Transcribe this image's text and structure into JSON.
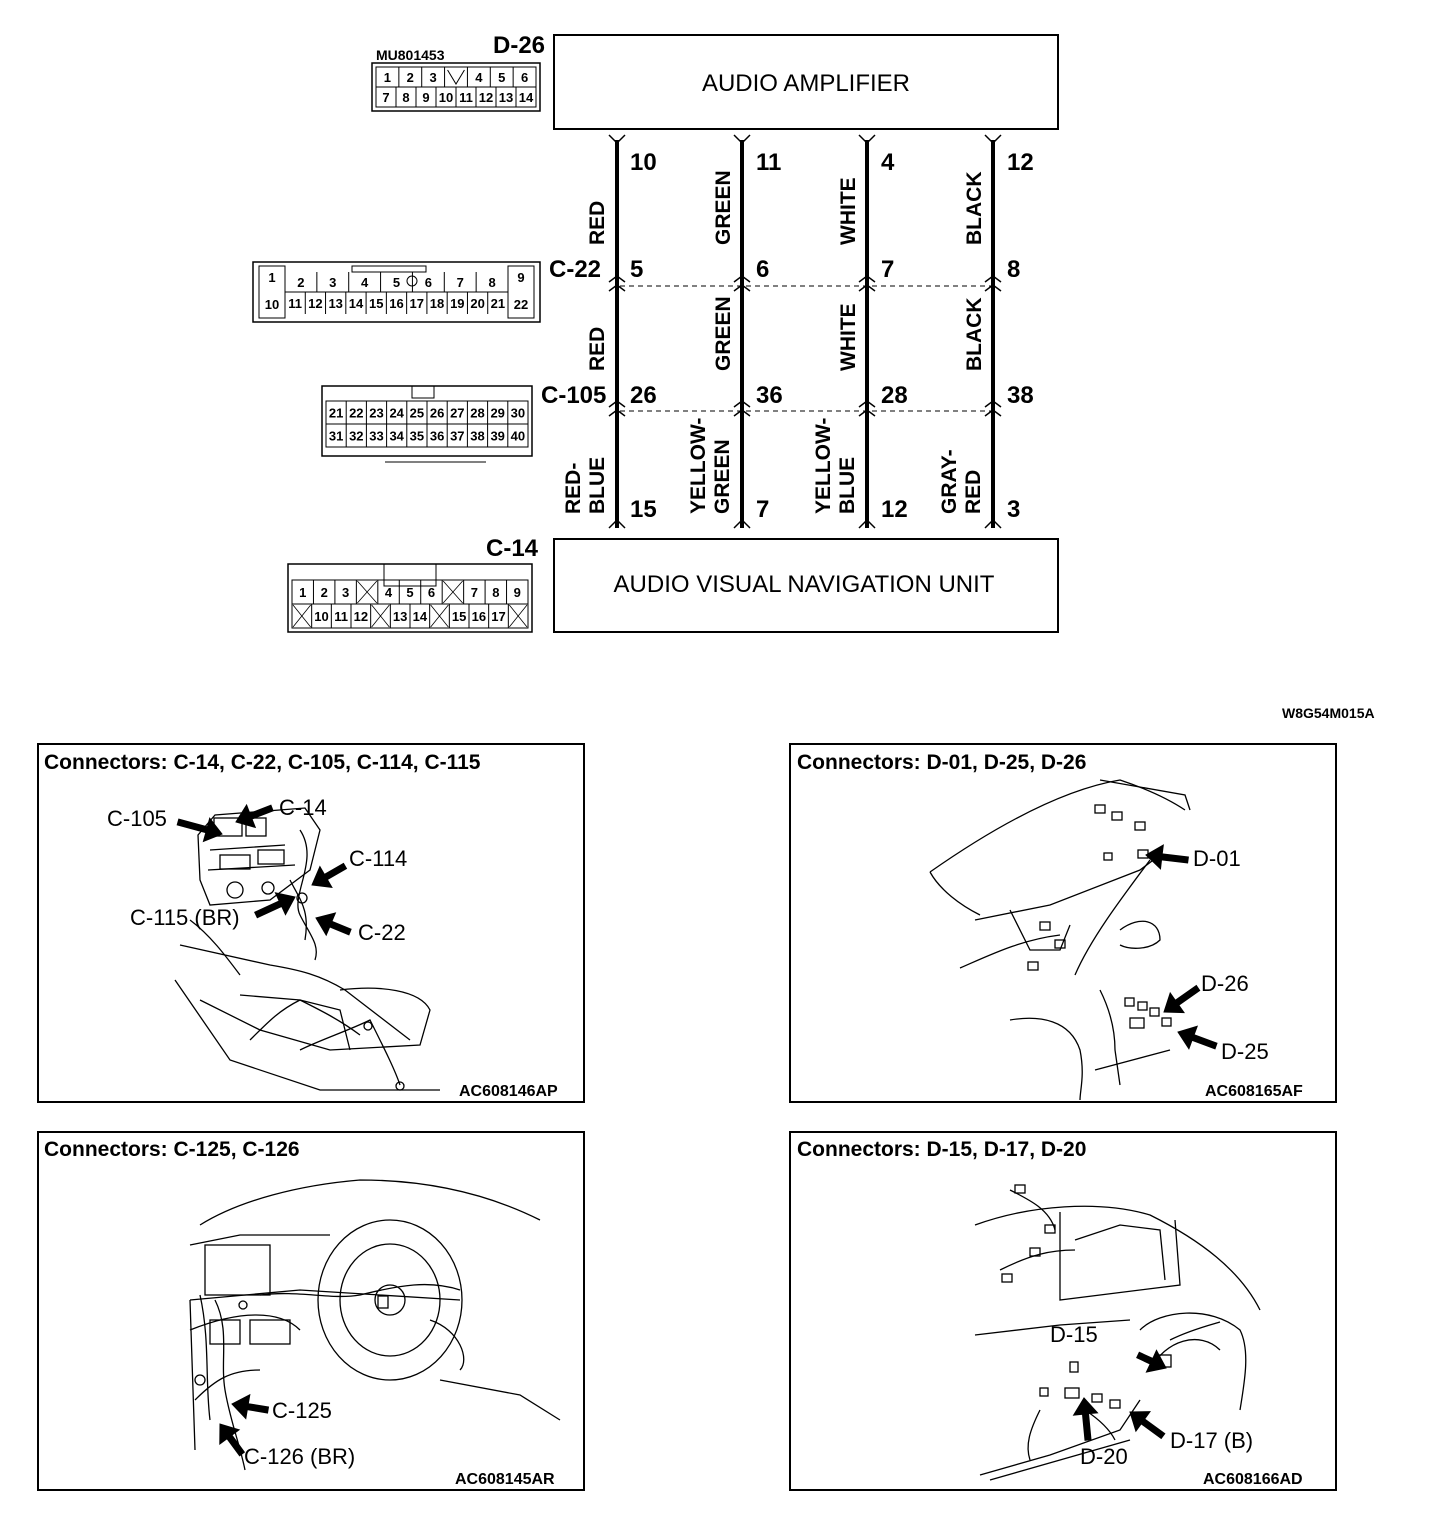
{
  "top_diagram": {
    "amplifier": {
      "label": "AUDIO AMPLIFIER",
      "connector": "D-26",
      "part_number": "MU801453"
    },
    "nav_unit": {
      "label": "AUDIO VISUAL NAVIGATION UNIT",
      "connector": "C-14"
    },
    "junctions": [
      {
        "name": "C-22"
      },
      {
        "name": "C-105"
      }
    ],
    "wires": [
      {
        "top_pin": "10",
        "upper_color": "RED",
        "c22_pin": "5",
        "middle_color": "RED",
        "c105_pin": "26",
        "lower_color": [
          "RED-",
          "BLUE"
        ],
        "bottom_pin": "15"
      },
      {
        "top_pin": "11",
        "upper_color": "GREEN",
        "c22_pin": "6",
        "middle_color": "GREEN",
        "c105_pin": "36",
        "lower_color": [
          "YELLOW-",
          "GREEN"
        ],
        "bottom_pin": "7"
      },
      {
        "top_pin": "4",
        "upper_color": "WHITE",
        "c22_pin": "7",
        "middle_color": "WHITE",
        "c105_pin": "28",
        "lower_color": [
          "YELLOW-",
          "BLUE"
        ],
        "bottom_pin": "12"
      },
      {
        "top_pin": "12",
        "upper_color": "BLACK",
        "c22_pin": "8",
        "middle_color": "BLACK",
        "c105_pin": "38",
        "lower_color": [
          "GRAY-",
          "RED"
        ],
        "bottom_pin": "3"
      }
    ],
    "d26_pins": {
      "row1": [
        "1",
        "2",
        "3",
        "",
        "4",
        "5",
        "6"
      ],
      "row2": [
        "7",
        "8",
        "9",
        "10",
        "11",
        "12",
        "13",
        "14"
      ]
    },
    "c22_pins": {
      "row1": [
        "1",
        "2",
        "3",
        "4",
        "5",
        "6",
        "7",
        "8",
        "9"
      ],
      "row2": [
        "10",
        "11",
        "12",
        "13",
        "14",
        "15",
        "16",
        "17",
        "18",
        "19",
        "20",
        "21",
        "22"
      ]
    },
    "c105_pins": {
      "row1": [
        "21",
        "22",
        "23",
        "24",
        "25",
        "26",
        "27",
        "28",
        "29",
        "30"
      ],
      "row2": [
        "31",
        "32",
        "33",
        "34",
        "35",
        "36",
        "37",
        "38",
        "39",
        "40"
      ]
    },
    "c14_pins": {
      "row1": [
        "1",
        "2",
        "3",
        "4",
        "5",
        "6",
        "7",
        "8",
        "9"
      ],
      "row2": [
        "10",
        "11",
        "12",
        "13",
        "14",
        "15",
        "16",
        "17"
      ]
    },
    "figure_code": "W8G54M015A"
  },
  "location_panels": [
    {
      "title": "Connectors: C-14, C-22, C-105, C-114, C-115",
      "code": "AC608146AP",
      "callouts": [
        "C-105",
        "C-14",
        "C-114",
        "C-115 (BR)",
        "C-22"
      ]
    },
    {
      "title": "Connectors: D-01, D-25, D-26",
      "code": "AC608165AF",
      "callouts": [
        "D-01",
        "D-26",
        "D-25"
      ]
    },
    {
      "title": "Connectors: C-125, C-126",
      "code": "AC608145AR",
      "callouts": [
        "C-125",
        "C-126 (BR)"
      ]
    },
    {
      "title": "Connectors: D-15, D-17, D-20",
      "code": "AC608166AD",
      "callouts": [
        "D-15",
        "D-20",
        "D-17 (B)"
      ]
    }
  ]
}
